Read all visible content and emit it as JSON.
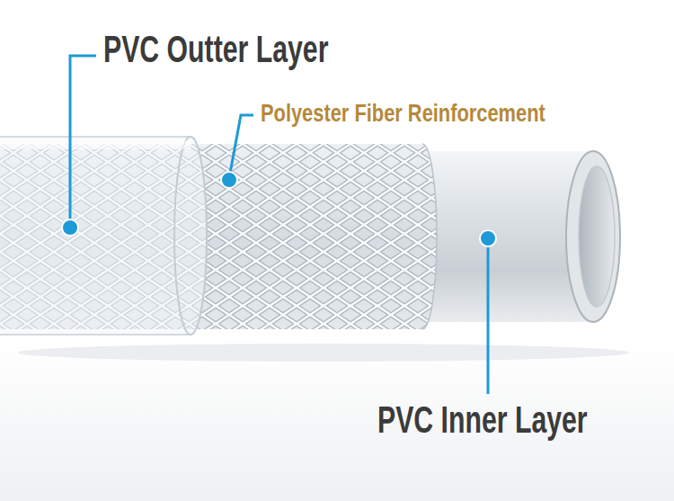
{
  "diagram": {
    "labels": [
      "PVC Outter Layer",
      "Polyester Fiber Reinforcement",
      "PVC Inner Layer"
    ]
  }
}
